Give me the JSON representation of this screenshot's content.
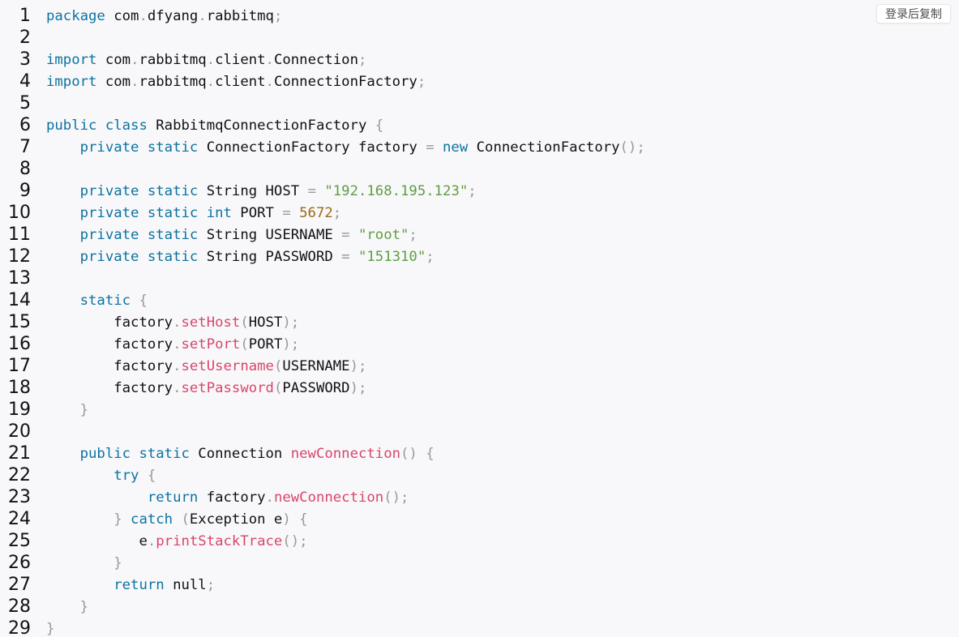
{
  "copy_button": {
    "label": "登录后复制"
  },
  "lines": [
    [
      {
        "t": "kw",
        "v": "package"
      },
      {
        "t": "plain",
        "v": " com"
      },
      {
        "t": "pun",
        "v": "."
      },
      {
        "t": "plain",
        "v": "dfyang"
      },
      {
        "t": "pun",
        "v": "."
      },
      {
        "t": "plain",
        "v": "rabbitmq"
      },
      {
        "t": "pun",
        "v": ";"
      }
    ],
    [],
    [
      {
        "t": "kw",
        "v": "import"
      },
      {
        "t": "plain",
        "v": " com"
      },
      {
        "t": "pun",
        "v": "."
      },
      {
        "t": "plain",
        "v": "rabbitmq"
      },
      {
        "t": "pun",
        "v": "."
      },
      {
        "t": "plain",
        "v": "client"
      },
      {
        "t": "pun",
        "v": "."
      },
      {
        "t": "plain",
        "v": "Connection"
      },
      {
        "t": "pun",
        "v": ";"
      }
    ],
    [
      {
        "t": "kw",
        "v": "import"
      },
      {
        "t": "plain",
        "v": " com"
      },
      {
        "t": "pun",
        "v": "."
      },
      {
        "t": "plain",
        "v": "rabbitmq"
      },
      {
        "t": "pun",
        "v": "."
      },
      {
        "t": "plain",
        "v": "client"
      },
      {
        "t": "pun",
        "v": "."
      },
      {
        "t": "plain",
        "v": "ConnectionFactory"
      },
      {
        "t": "pun",
        "v": ";"
      }
    ],
    [],
    [
      {
        "t": "kw",
        "v": "public class"
      },
      {
        "t": "plain",
        "v": " RabbitmqConnectionFactory "
      },
      {
        "t": "pun",
        "v": "{"
      }
    ],
    [
      {
        "t": "plain",
        "v": "    "
      },
      {
        "t": "kw",
        "v": "private static"
      },
      {
        "t": "plain",
        "v": " ConnectionFactory factory "
      },
      {
        "t": "pun",
        "v": "="
      },
      {
        "t": "plain",
        "v": " "
      },
      {
        "t": "kw",
        "v": "new"
      },
      {
        "t": "plain",
        "v": " ConnectionFactory"
      },
      {
        "t": "pun",
        "v": "();"
      }
    ],
    [],
    [
      {
        "t": "plain",
        "v": "    "
      },
      {
        "t": "kw",
        "v": "private static"
      },
      {
        "t": "plain",
        "v": " String HOST "
      },
      {
        "t": "pun",
        "v": "="
      },
      {
        "t": "plain",
        "v": " "
      },
      {
        "t": "str",
        "v": "\"192.168.195.123\""
      },
      {
        "t": "pun",
        "v": ";"
      }
    ],
    [
      {
        "t": "plain",
        "v": "    "
      },
      {
        "t": "kw",
        "v": "private static int"
      },
      {
        "t": "plain",
        "v": " PORT "
      },
      {
        "t": "pun",
        "v": "="
      },
      {
        "t": "plain",
        "v": " "
      },
      {
        "t": "num",
        "v": "5672"
      },
      {
        "t": "pun",
        "v": ";"
      }
    ],
    [
      {
        "t": "plain",
        "v": "    "
      },
      {
        "t": "kw",
        "v": "private static"
      },
      {
        "t": "plain",
        "v": " String USERNAME "
      },
      {
        "t": "pun",
        "v": "="
      },
      {
        "t": "plain",
        "v": " "
      },
      {
        "t": "str",
        "v": "\"root\""
      },
      {
        "t": "pun",
        "v": ";"
      }
    ],
    [
      {
        "t": "plain",
        "v": "    "
      },
      {
        "t": "kw",
        "v": "private static"
      },
      {
        "t": "plain",
        "v": " String PASSWORD "
      },
      {
        "t": "pun",
        "v": "="
      },
      {
        "t": "plain",
        "v": " "
      },
      {
        "t": "str",
        "v": "\"151310\""
      },
      {
        "t": "pun",
        "v": ";"
      }
    ],
    [],
    [
      {
        "t": "plain",
        "v": "    "
      },
      {
        "t": "kw",
        "v": "static"
      },
      {
        "t": "plain",
        "v": " "
      },
      {
        "t": "pun",
        "v": "{"
      }
    ],
    [
      {
        "t": "plain",
        "v": "        factory"
      },
      {
        "t": "pun",
        "v": "."
      },
      {
        "t": "fn",
        "v": "setHost"
      },
      {
        "t": "pun",
        "v": "("
      },
      {
        "t": "plain",
        "v": "HOST"
      },
      {
        "t": "pun",
        "v": ");"
      }
    ],
    [
      {
        "t": "plain",
        "v": "        factory"
      },
      {
        "t": "pun",
        "v": "."
      },
      {
        "t": "fn",
        "v": "setPort"
      },
      {
        "t": "pun",
        "v": "("
      },
      {
        "t": "plain",
        "v": "PORT"
      },
      {
        "t": "pun",
        "v": ");"
      }
    ],
    [
      {
        "t": "plain",
        "v": "        factory"
      },
      {
        "t": "pun",
        "v": "."
      },
      {
        "t": "fn",
        "v": "setUsername"
      },
      {
        "t": "pun",
        "v": "("
      },
      {
        "t": "plain",
        "v": "USERNAME"
      },
      {
        "t": "pun",
        "v": ");"
      }
    ],
    [
      {
        "t": "plain",
        "v": "        factory"
      },
      {
        "t": "pun",
        "v": "."
      },
      {
        "t": "fn",
        "v": "setPassword"
      },
      {
        "t": "pun",
        "v": "("
      },
      {
        "t": "plain",
        "v": "PASSWORD"
      },
      {
        "t": "pun",
        "v": ");"
      }
    ],
    [
      {
        "t": "plain",
        "v": "    "
      },
      {
        "t": "pun",
        "v": "}"
      }
    ],
    [],
    [
      {
        "t": "plain",
        "v": "    "
      },
      {
        "t": "kw",
        "v": "public static"
      },
      {
        "t": "plain",
        "v": " Connection "
      },
      {
        "t": "fn",
        "v": "newConnection"
      },
      {
        "t": "pun",
        "v": "()"
      },
      {
        "t": "plain",
        "v": " "
      },
      {
        "t": "pun",
        "v": "{"
      }
    ],
    [
      {
        "t": "plain",
        "v": "        "
      },
      {
        "t": "kw",
        "v": "try"
      },
      {
        "t": "plain",
        "v": " "
      },
      {
        "t": "pun",
        "v": "{"
      }
    ],
    [
      {
        "t": "plain",
        "v": "            "
      },
      {
        "t": "kw",
        "v": "return"
      },
      {
        "t": "plain",
        "v": " factory"
      },
      {
        "t": "pun",
        "v": "."
      },
      {
        "t": "fn",
        "v": "newConnection"
      },
      {
        "t": "pun",
        "v": "();"
      }
    ],
    [
      {
        "t": "plain",
        "v": "        "
      },
      {
        "t": "pun",
        "v": "}"
      },
      {
        "t": "plain",
        "v": " "
      },
      {
        "t": "kw",
        "v": "catch"
      },
      {
        "t": "plain",
        "v": " "
      },
      {
        "t": "pun",
        "v": "("
      },
      {
        "t": "plain",
        "v": "Exception e"
      },
      {
        "t": "pun",
        "v": ")"
      },
      {
        "t": "plain",
        "v": " "
      },
      {
        "t": "pun",
        "v": "{"
      }
    ],
    [
      {
        "t": "plain",
        "v": "           e"
      },
      {
        "t": "pun",
        "v": "."
      },
      {
        "t": "fn",
        "v": "printStackTrace"
      },
      {
        "t": "pun",
        "v": "();"
      }
    ],
    [
      {
        "t": "plain",
        "v": "        "
      },
      {
        "t": "pun",
        "v": "}"
      }
    ],
    [
      {
        "t": "plain",
        "v": "        "
      },
      {
        "t": "kw",
        "v": "return"
      },
      {
        "t": "plain",
        "v": " null"
      },
      {
        "t": "pun",
        "v": ";"
      }
    ],
    [
      {
        "t": "plain",
        "v": "    "
      },
      {
        "t": "pun",
        "v": "}"
      }
    ],
    [
      {
        "t": "pun",
        "v": "}"
      }
    ]
  ]
}
